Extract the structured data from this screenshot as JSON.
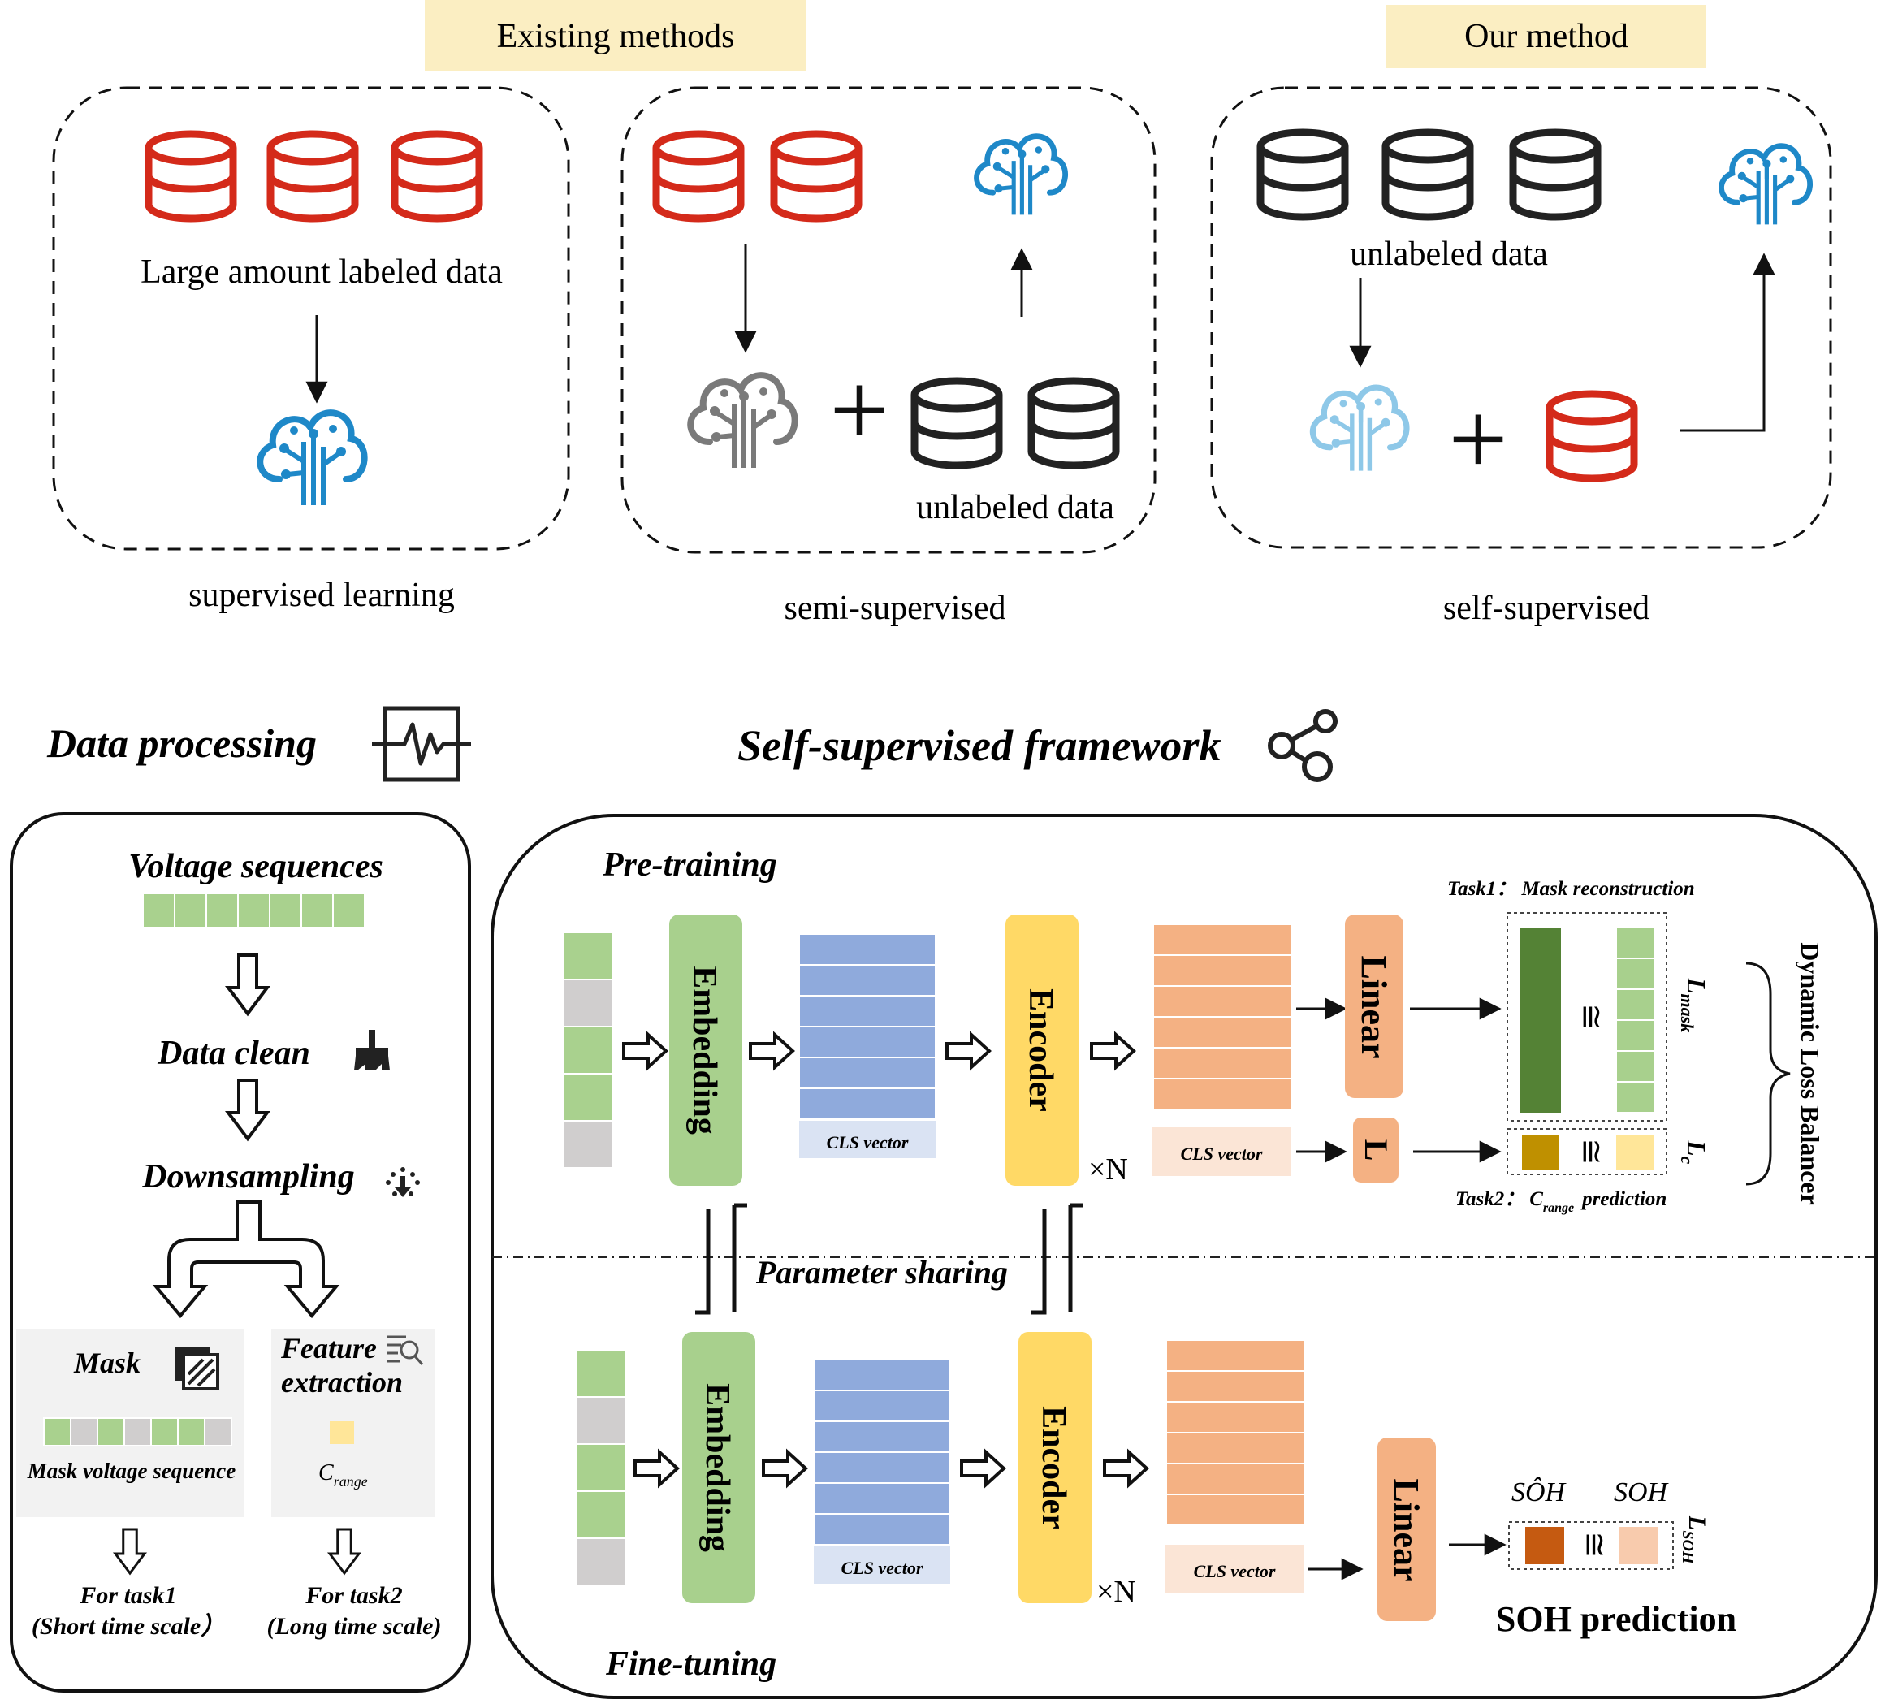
{
  "top": {
    "existing_header": "Existing methods",
    "our_header": "Our method",
    "supervised": {
      "data_label": "Large amount labeled data",
      "caption": "supervised learning"
    },
    "semi": {
      "unlabeled_label": "unlabeled data",
      "caption": "semi-supervised"
    },
    "self": {
      "unlabeled_label": "unlabeled data",
      "caption": "self-supervised"
    }
  },
  "sections": {
    "data_processing": "Data processing",
    "framework": "Self-supervised framework"
  },
  "processing": {
    "voltage": "Voltage sequences",
    "clean": "Data clean",
    "downsampling": "Downsampling",
    "mask": "Mask",
    "mask_seq": "Mask voltage sequence",
    "feature_line1": "Feature",
    "feature_line2": "extraction",
    "crange_c": "C",
    "crange_sub": "range",
    "task1_line1": "For task1",
    "task1_line2": "(Short time scale）",
    "task2_line1": "For task2",
    "task2_line2": "(Long time scale)"
  },
  "framework": {
    "pretraining": "Pre-training",
    "finetuning": "Fine-tuning",
    "embedding": "Embedding",
    "encoder": "Encoder",
    "linear": "Linear",
    "l_short": "L",
    "cls": "CLS vector",
    "times_n": "×N",
    "param_sharing": "Parameter sharing",
    "task1": "Task1： Mask reconstruction",
    "task2_prefix": "Task2：",
    "task2_c": "C",
    "task2_sub": "range",
    "task2_suffix": "prediction",
    "approx": "≅",
    "l_mask_l": "L",
    "l_mask_sub": "mask",
    "l_c_l": "L",
    "l_c_sub": "c",
    "dynamic": "Dynamic Loss Balancer",
    "soh_hat": "SÔH",
    "soh": "SOH",
    "l_soh_l": "L",
    "l_soh_sub": "SOH",
    "soh_prediction": "SOH prediction"
  },
  "colors": {
    "red": "#d42a1a",
    "dark": "#222222",
    "blue": "#1e88c8",
    "lightblue": "#8ec8e8",
    "gray": "#7a7a7a",
    "highlight": "#fbeec2",
    "green": "#a9d18e",
    "greenbox": "#a8d08d",
    "darkgreen": "#548235",
    "lightgray": "#d0cece",
    "blueblock": "#8faadc",
    "orange": "#f4b183",
    "yellow": "#ffd966",
    "lightorange": "#fbe5d6",
    "gold": "#bf9000",
    "paleyellow": "#ffe699",
    "rust": "#c55a11",
    "peach": "#f8cbad",
    "clsblue": "#dae3f3"
  }
}
